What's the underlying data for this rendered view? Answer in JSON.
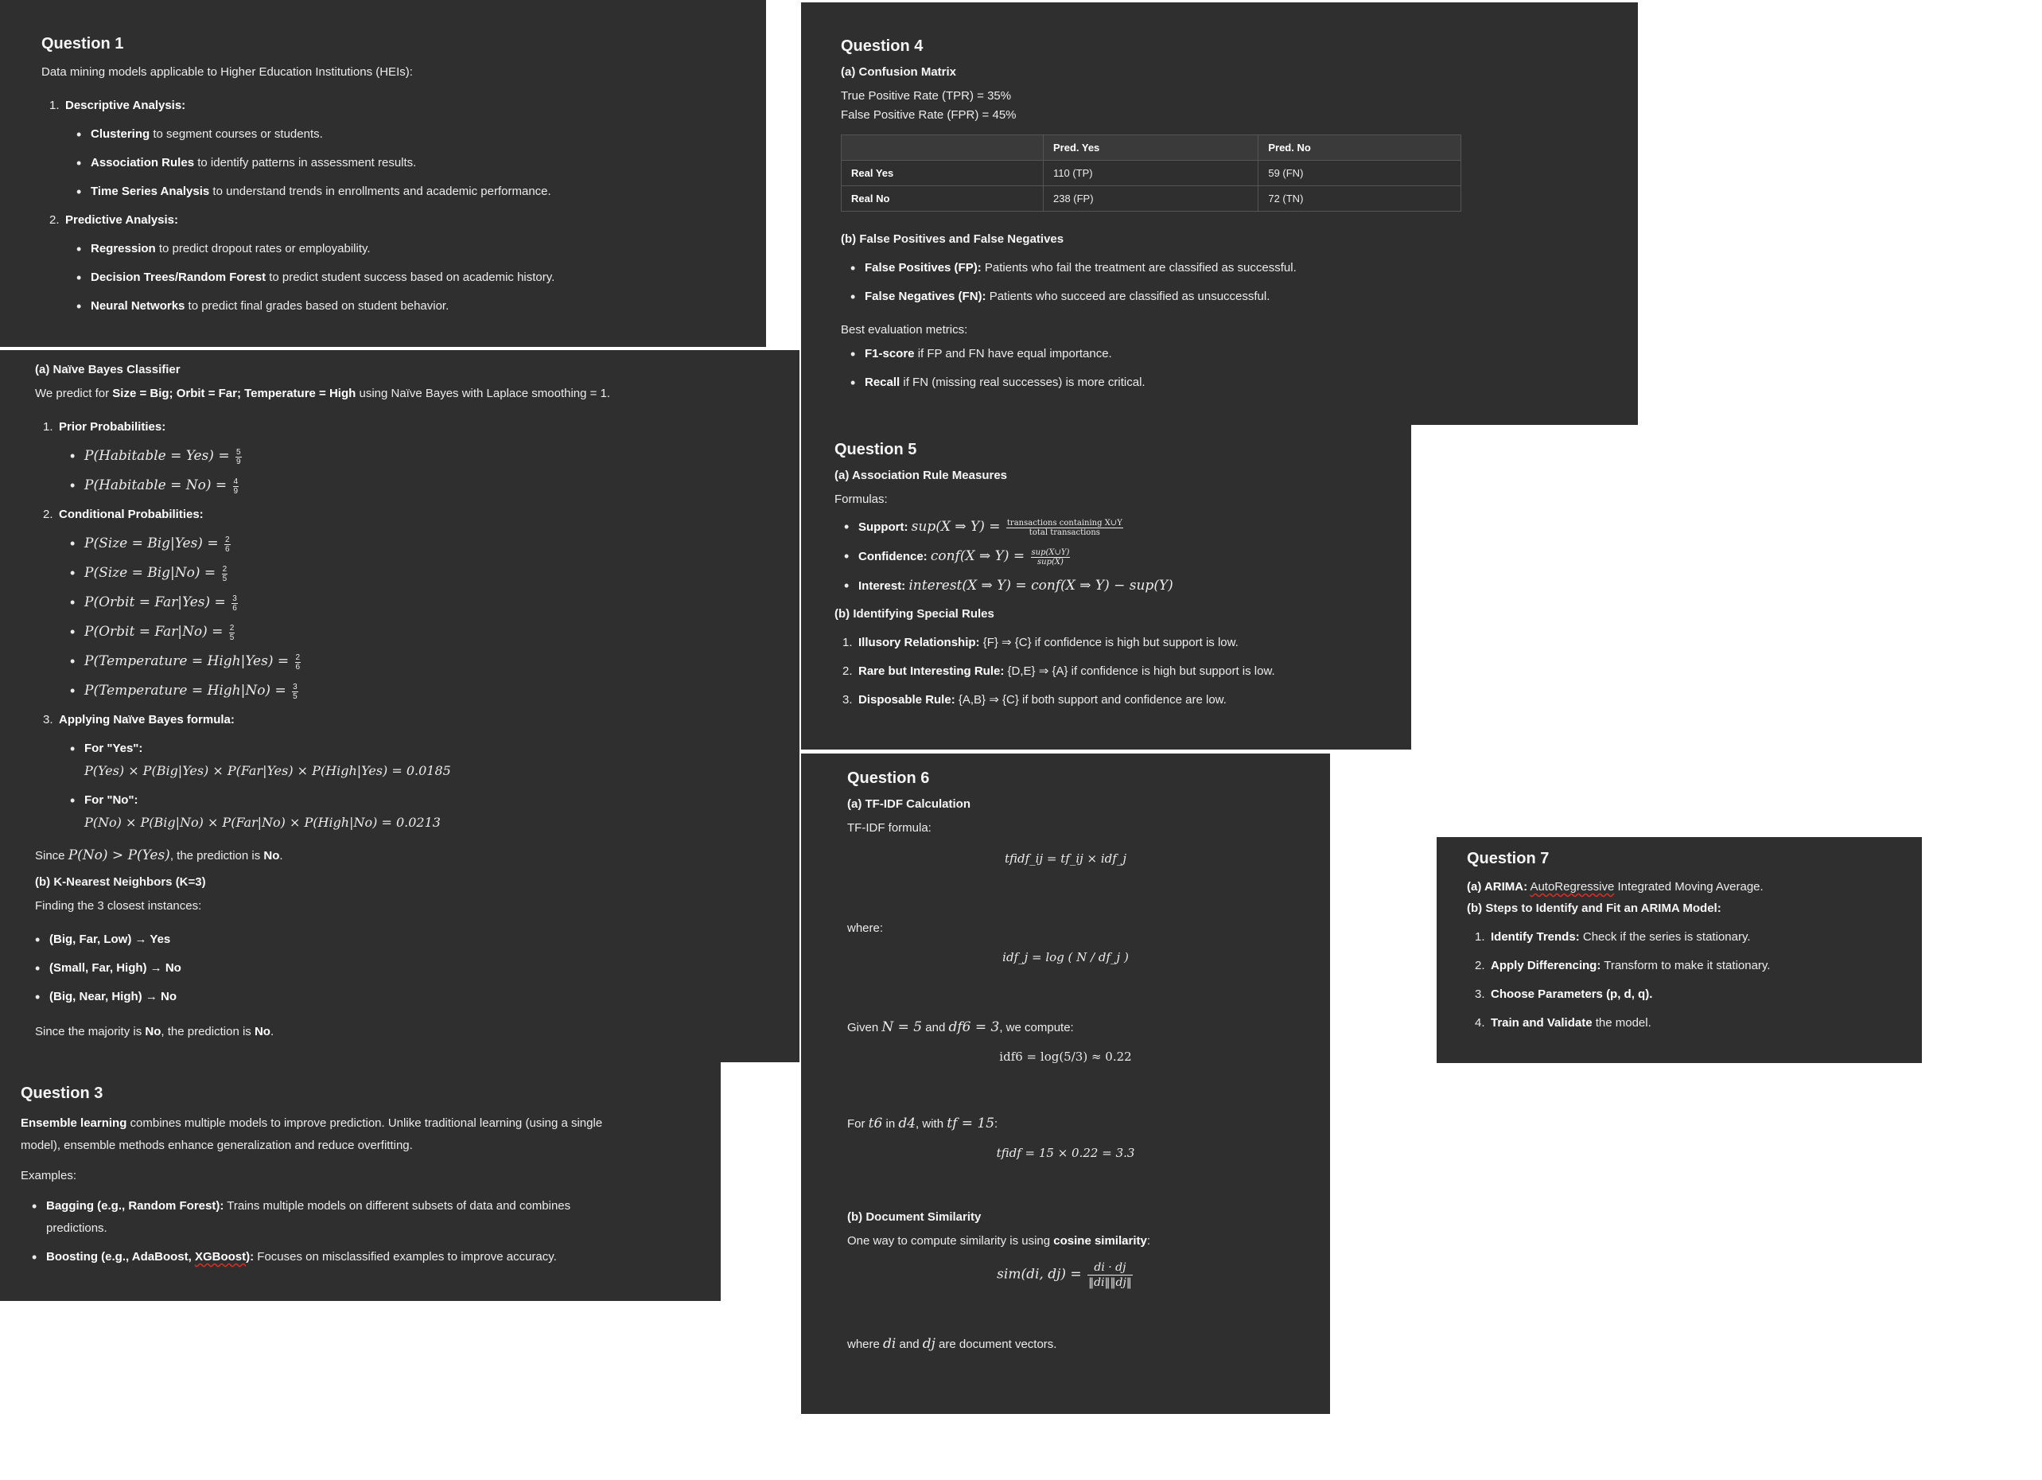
{
  "q1": {
    "title": "Question 1",
    "intro": "Data mining models applicable to Higher Education Institutions (HEIs):",
    "descriptive": {
      "label": "Descriptive Analysis:",
      "items": [
        {
          "b": "Clustering",
          "t": " to segment courses or students."
        },
        {
          "b": "Association Rules",
          "t": " to identify patterns in assessment results."
        },
        {
          "b": "Time Series Analysis",
          "t": " to understand trends in enrollments and academic performance."
        }
      ]
    },
    "predictive": {
      "label": "Predictive Analysis:",
      "items": [
        {
          "b": "Regression",
          "t": " to predict dropout rates or employability."
        },
        {
          "b": "Decision Trees/Random Forest",
          "t": " to predict student success based on academic history."
        },
        {
          "b": "Neural Networks",
          "t": " to predict final grades based on student behavior."
        }
      ]
    }
  },
  "q2": {
    "a_title": "(a) Naïve Bayes Classifier",
    "intro_pre": "We predict for ",
    "intro_1": "Size = Big; Orbit = Far; Temperature = High",
    "intro_post": " using Naïve Bayes with Laplace smoothing = 1.",
    "prior_label": "Prior Probabilities:",
    "priors": [
      {
        "expr": "P(Habitable = Yes) = ",
        "num": "5",
        "den": "9"
      },
      {
        "expr": "P(Habitable = No) = ",
        "num": "4",
        "den": "9"
      }
    ],
    "cond_label": "Conditional Probabilities:",
    "conds": [
      {
        "expr": "P(Size = Big|Yes) = ",
        "num": "2",
        "den": "6"
      },
      {
        "expr": "P(Size = Big|No) = ",
        "num": "2",
        "den": "5"
      },
      {
        "expr": "P(Orbit = Far|Yes) = ",
        "num": "3",
        "den": "6"
      },
      {
        "expr": "P(Orbit = Far|No) = ",
        "num": "2",
        "den": "5"
      },
      {
        "expr": "P(Temperature = High|Yes) = ",
        "num": "2",
        "den": "6"
      },
      {
        "expr": "P(Temperature = High|No) = ",
        "num": "3",
        "den": "5"
      }
    ],
    "apply_label": "Applying Naïve Bayes formula:",
    "for_yes": "For \"Yes\":",
    "yes_formula": "P(Yes) × P(Big|Yes) × P(Far|Yes) × P(High|Yes) = 0.0185",
    "for_no": "For \"No\":",
    "no_formula": "P(No) × P(Big|No) × P(Far|No) × P(High|No) = 0.0213",
    "since_pre": "Since ",
    "since_math": "P(No) > P(Yes)",
    "since_mid": ", the prediction is ",
    "since_val": "No",
    "since_end": ".",
    "b_title": "(b) K-Nearest Neighbors (K=3)",
    "knn_intro": "Finding the 3 closest instances:",
    "knn": [
      "(Big, Far, Low) → Yes",
      "(Small, Far, High) → No",
      "(Big, Near, High) → No"
    ],
    "maj_pre": "Since the majority is ",
    "maj_val": "No",
    "maj_mid": ", the prediction is ",
    "maj_val2": "No",
    "maj_end": "."
  },
  "q3": {
    "title": "Question 3",
    "p1_b": "Ensemble learning",
    "p1_t": " combines multiple models to improve prediction. Unlike traditional learning (using a single model), ensemble methods enhance generalization and reduce overfitting.",
    "examples": "Examples:",
    "bag_b": "Bagging (e.g., Random Forest):",
    "bag_t": " Trains multiple models on different subsets of data and combines predictions.",
    "boost_b1": "Boosting (e.g., AdaBoost, ",
    "boost_b2": "XGBoost",
    "boost_b3": "):",
    "boost_t": " Focuses on misclassified examples to improve accuracy."
  },
  "q4": {
    "title": "Question 4",
    "a_title": "(a) Confusion Matrix",
    "tpr": "True Positive Rate (TPR) = 35%",
    "fpr": "False Positive Rate (FPR) = 45%",
    "table": {
      "headers": [
        "",
        "Pred. Yes",
        "Pred. No"
      ],
      "rows": [
        [
          "Real Yes",
          "110 (TP)",
          "59 (FN)"
        ],
        [
          "Real No",
          "238 (FP)",
          "72 (TN)"
        ]
      ]
    },
    "b_title": "(b) False Positives and False Negatives",
    "fp_b": "False Positives (FP):",
    "fp_t": " Patients who fail the treatment are classified as successful.",
    "fn_b": "False Negatives (FN):",
    "fn_t": " Patients who succeed are classified as unsuccessful.",
    "best": "Best evaluation metrics:",
    "f1_b": "F1-score",
    "f1_t": " if FP and FN have equal importance.",
    "rec_b": "Recall",
    "rec_t": " if FN (missing real successes) is more critical."
  },
  "q5": {
    "title": "Question 5",
    "a_title": "(a) Association Rule Measures",
    "formulas": "Formulas:",
    "support_b": "Support:",
    "support_m": "sup(X ⇒ Y) = ",
    "support_num": "transactions containing X∪Y",
    "support_den": "total transactions",
    "conf_b": "Confidence:",
    "conf_m": "conf(X ⇒ Y) = ",
    "conf_num": "sup(X∪Y)",
    "conf_den": "sup(X)",
    "int_b": "Interest:",
    "int_m": "interest(X ⇒ Y) = conf(X ⇒ Y) − sup(Y)",
    "b_title": "(b) Identifying Special Rules",
    "rules": [
      {
        "b": "Illusory Relationship:",
        "t": " {F} ⇒ {C} if confidence is high but support is low."
      },
      {
        "b": "Rare but Interesting Rule:",
        "t": " {D,E} ⇒ {A} if confidence is high but support is low."
      },
      {
        "b": "Disposable Rule:",
        "t": " {A,B} ⇒ {C} if both support and confidence are low."
      }
    ]
  },
  "q6": {
    "title": "Question 6",
    "a_title": "(a) TF-IDF Calculation",
    "formula_label": "TF-IDF formula:",
    "eq1": "tfidf_ij = tf_ij × idf_j",
    "where": "where:",
    "eq2": "idf_j = log ( N / df_j )",
    "given_pre": "Given ",
    "given_m1": "N = 5",
    "given_mid": " and ",
    "given_m2": "df6 = 3",
    "given_end": ", we compute:",
    "eq3": "idf6 = log(5/3) ≈ 0.22",
    "for_pre": "For ",
    "for_m1": "t6",
    "for_in": " in ",
    "for_m2": "d4",
    "for_with": ", with ",
    "for_m3": "tf = 15",
    "for_end": ":",
    "eq4": "tfidf = 15 × 0.22 = 3.3",
    "b_title": "(b) Document Similarity",
    "sim_pre": "One way to compute similarity is using ",
    "sim_b": "cosine similarity",
    "sim_end": ":",
    "sim_lhs": "sim(di, dj) = ",
    "sim_num": "di · dj",
    "sim_den": "‖di‖‖dj‖",
    "where2_pre": "where ",
    "where2_m1": "di",
    "where2_mid": " and ",
    "where2_m2": "dj",
    "where2_end": " are document vectors."
  },
  "q7": {
    "title": "Question 7",
    "a_b": "(a) ARIMA:",
    "a_t1": " ",
    "a_t_spell": "AutoRegressive",
    "a_t2": " Integrated Moving Average.",
    "b_title": "(b) Steps to Identify and Fit an ARIMA Model:",
    "steps": [
      {
        "b": "Identify Trends:",
        "t": " Check if the series is stationary."
      },
      {
        "b": "Apply Differencing:",
        "t": " Transform to make it stationary."
      },
      {
        "b": "Choose Parameters (p, d, q).",
        "t": ""
      },
      {
        "b": "Train and Validate",
        "t": " the model."
      }
    ]
  }
}
